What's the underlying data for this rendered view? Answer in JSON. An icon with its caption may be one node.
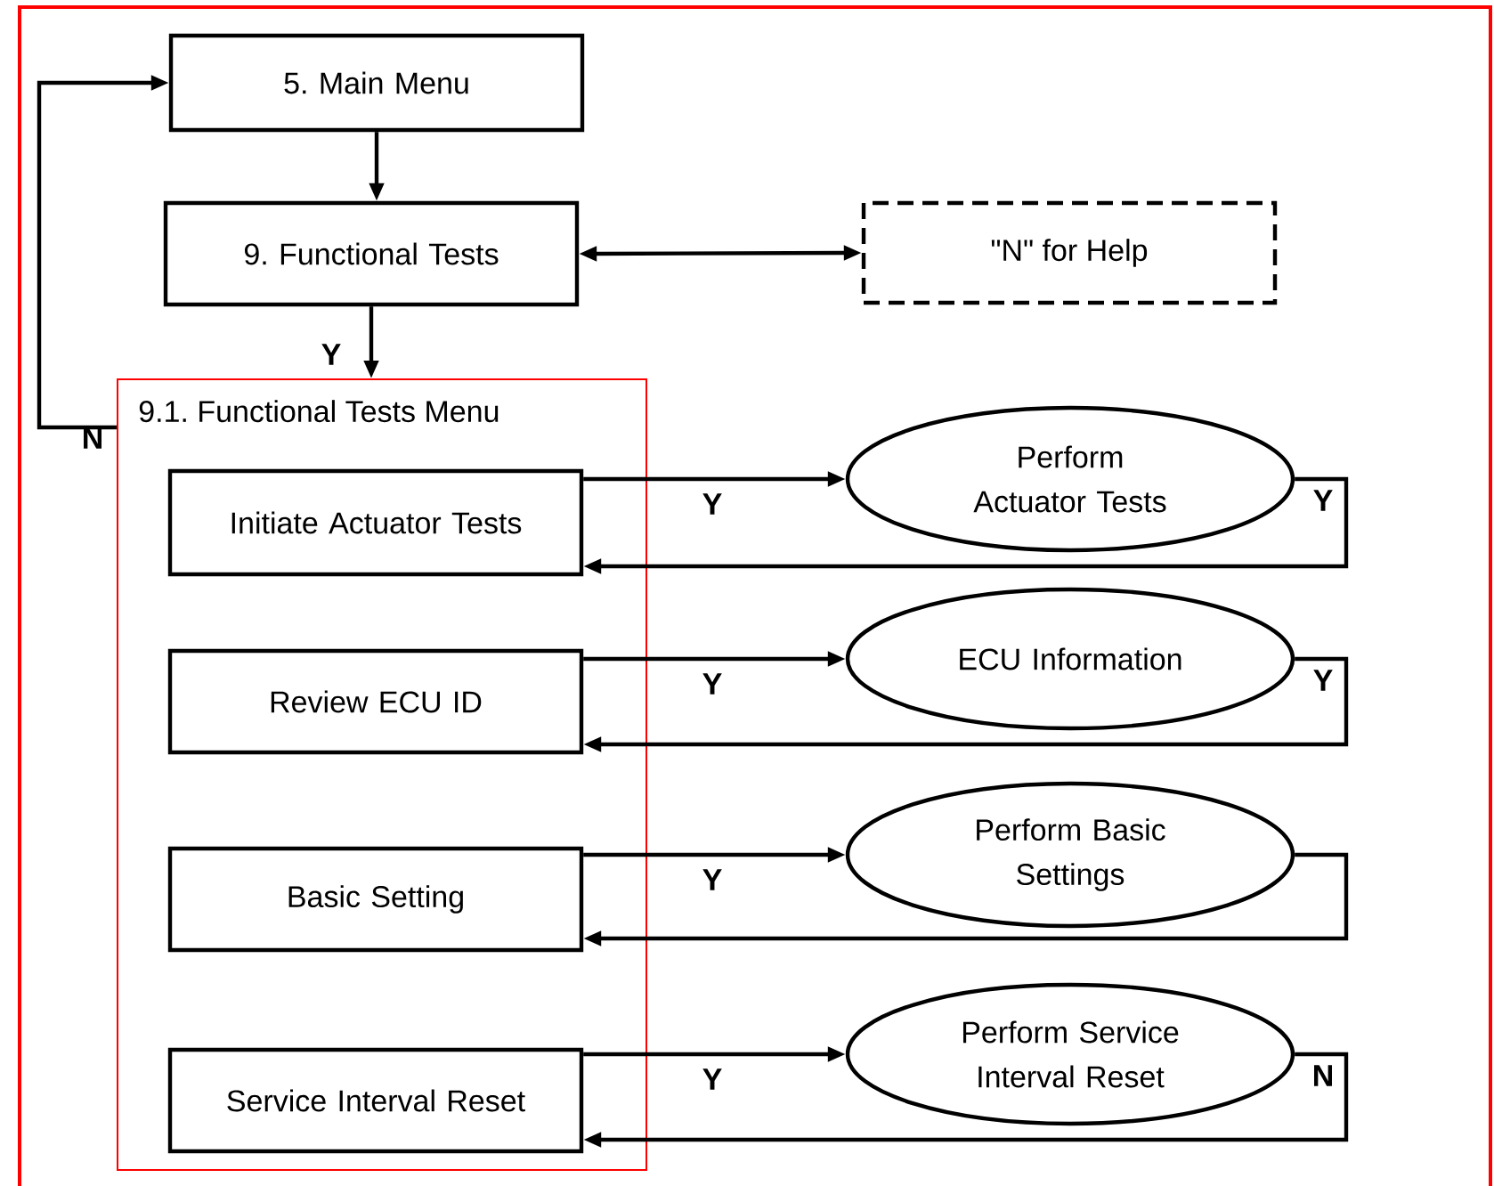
{
  "diagram": {
    "nodes": [
      {
        "text": [
          "5. Main Menu"
        ]
      },
      {
        "text": [
          "9. Functional Tests"
        ]
      },
      {
        "text": [
          "\"N\" for Help"
        ]
      },
      {
        "text": [
          "9.1. Functional Tests Menu"
        ]
      },
      {
        "text": [
          "Initiate Actuator Tests"
        ],
        "in": 3
      },
      {
        "text": [
          "Review ECU ID"
        ],
        "in": 3
      },
      {
        "text": [
          "Basic Setting"
        ],
        "in": 3
      },
      {
        "text": [
          "Service Interval Reset"
        ],
        "in": 3
      },
      {
        "text": [
          "Perform Actuator Tests"
        ]
      },
      {
        "text": [
          "ECU Information"
        ]
      },
      {
        "text": [
          "Perform Basic Settings"
        ]
      },
      {
        "text": [
          "Perform Service Interval Reset"
        ]
      }
    ],
    "edges": [
      {
        "from": 0,
        "to": 1,
        "arrow": "to"
      },
      {
        "from": 1,
        "to": 3,
        "arrow": "to",
        "label": "Y"
      },
      {
        "from": 1,
        "to": 2,
        "arrow": "both"
      },
      {
        "from": 3,
        "to": 0,
        "arrow": "to",
        "label": "N"
      },
      {
        "from": 4,
        "to": 8,
        "arrow": "to",
        "label": "Y"
      },
      {
        "from": 8,
        "to": 4,
        "arrow": "to",
        "label": "Y"
      },
      {
        "from": 5,
        "to": 9,
        "arrow": "to",
        "label": "Y"
      },
      {
        "from": 9,
        "to": 5,
        "arrow": "to",
        "label": "Y"
      },
      {
        "from": 6,
        "to": 10,
        "arrow": "to",
        "label": "Y"
      },
      {
        "from": 10,
        "to": 6,
        "arrow": "to"
      },
      {
        "from": 7,
        "to": 11,
        "arrow": "to",
        "label": "Y"
      },
      {
        "from": 11,
        "to": 7,
        "arrow": "to",
        "label": "N"
      }
    ]
  }
}
